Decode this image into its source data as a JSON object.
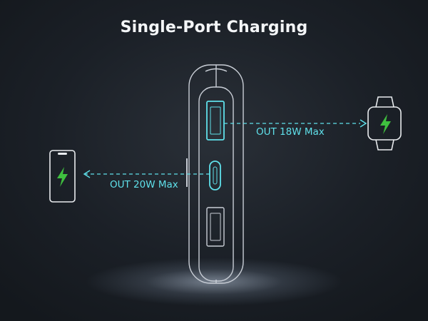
{
  "title": "Single-Port Charging",
  "outputs": {
    "right_label": "OUT 18W Max",
    "left_label": "OUT 20W Max"
  },
  "devices": {
    "left": "phone-icon",
    "right": "smartwatch-icon",
    "center": "power-bank"
  },
  "colors": {
    "accent": "#5fe0ea",
    "bolt": "#3fbf3f",
    "outline": "#c9ced6",
    "background": "#1b2027"
  }
}
